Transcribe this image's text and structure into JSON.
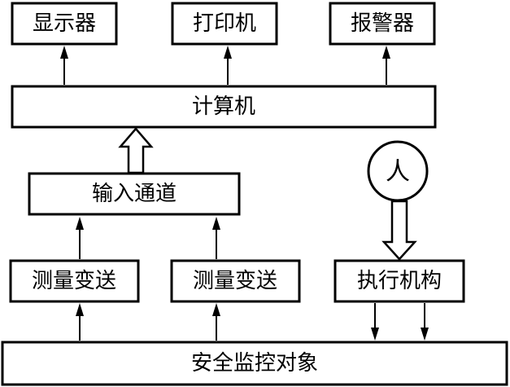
{
  "diagram": {
    "display": "显示器",
    "printer": "打印机",
    "alarm": "报警器",
    "computer": "计算机",
    "input_channel": "输入通道",
    "person": "人",
    "measure_transmit_1": "测量变送",
    "measure_transmit_2": "测量变送",
    "actuator": "执行机构",
    "monitored_object": "安全监控对象"
  }
}
